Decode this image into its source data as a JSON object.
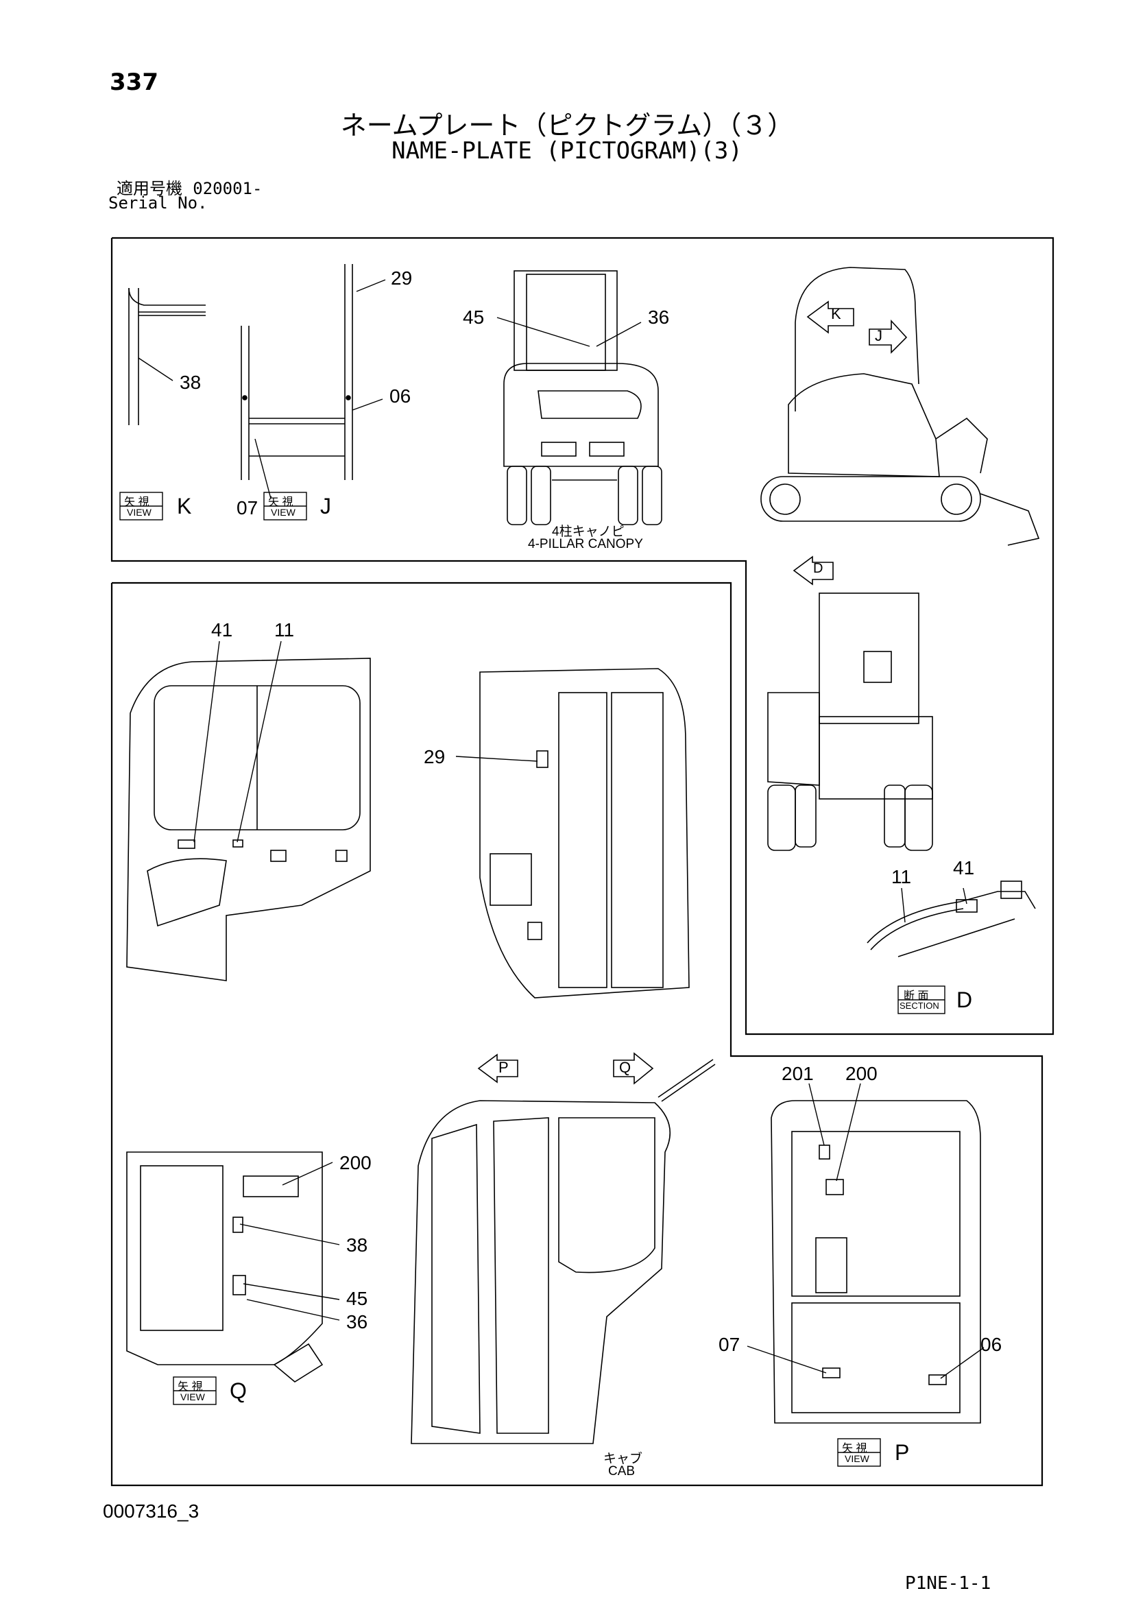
{
  "page": {
    "number": "337",
    "title_jp": "ネームプレート（ピクトグラム）（３）",
    "title_en": "NAME-PLATE (PICTOGRAM)(3)",
    "serial_label_jp": "適用号機",
    "serial_value": "020001-",
    "serial_label_en": "Serial No.",
    "figure_id": "0007316_3",
    "page_code": "P1NE-1-1"
  },
  "views": {
    "view_jp": "矢 視",
    "view_en": "VIEW",
    "section_jp": "断 面",
    "section_en": "SECTION",
    "K": "K",
    "J": "J",
    "Q": "Q",
    "P": "P",
    "D": "D"
  },
  "captions": {
    "canopy_jp": "4柱キャノピ",
    "canopy_en": "4-PILLAR CANOPY",
    "cab_jp": "キャブ",
    "cab_en": "CAB"
  },
  "callouts": {
    "c29a": "29",
    "c38a": "38",
    "c06a": "06",
    "c07a": "07",
    "c45a": "45",
    "c36a": "36",
    "c41a": "41",
    "c11a": "11",
    "c29b": "29",
    "c11b": "11",
    "c41b": "41",
    "c200a": "200",
    "c38b": "38",
    "c45b": "45",
    "c36b": "36",
    "c201": "201",
    "c200b": "200",
    "c07b": "07",
    "c06b": "06"
  },
  "arrows": {
    "K": "K",
    "J": "J",
    "D": "D",
    "P": "P",
    "Q": "Q"
  }
}
